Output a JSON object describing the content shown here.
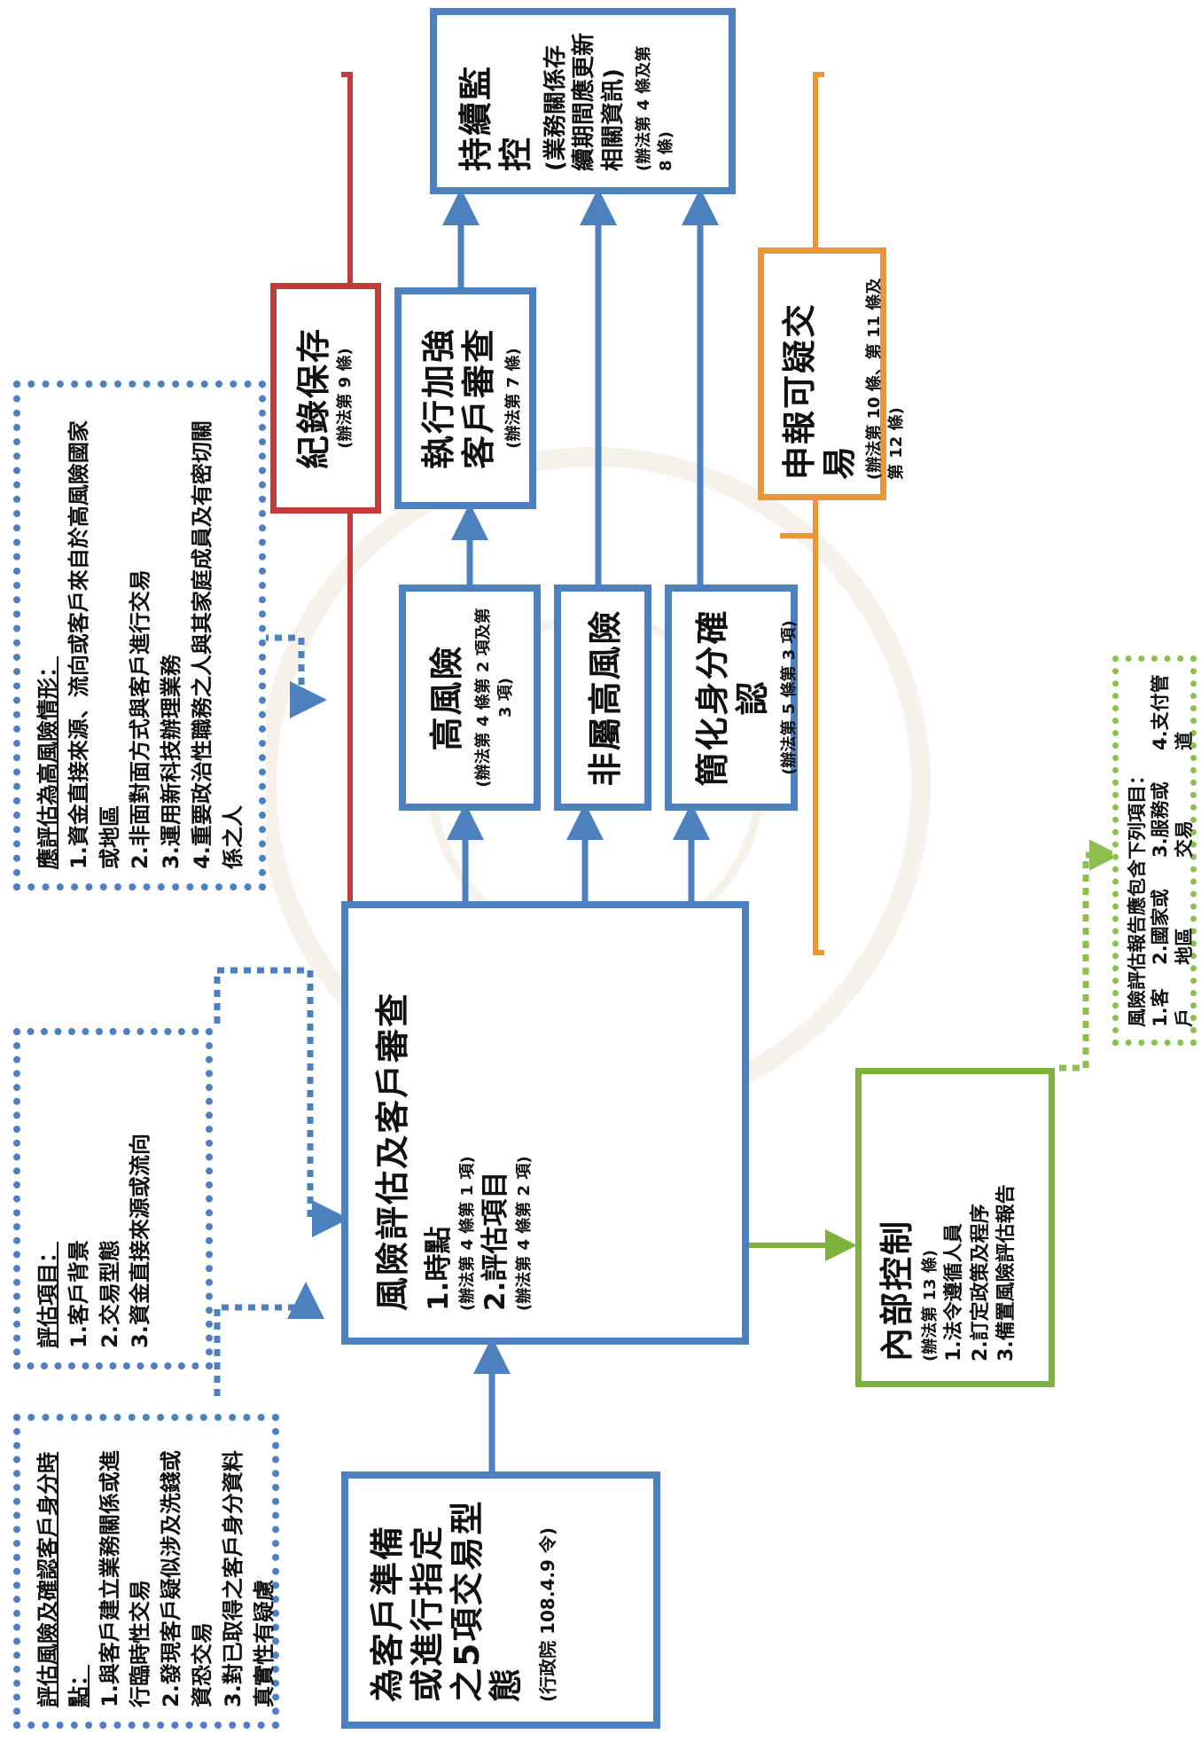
{
  "start_box": {
    "title": "為客戶準備或進行指定之5項交易型態",
    "ref": "(行政院 108.4.9 令)"
  },
  "assess_box": {
    "title": "風險評估及客戶審查",
    "item1": "1.時點",
    "ref1": "(辦法第 4 條第 1 項)",
    "item2": "2.評估項目",
    "ref2": "(辦法第 4 條第 2 項)"
  },
  "timing_note": {
    "heading": "評估風險及確認客戶身分時點：",
    "items": [
      "1.與客戶建立業務關係或進行臨時性交易",
      "2.發現客戶疑似涉及洗錢或資恐交易",
      "3.對已取得之客戶身分資料真實性有疑慮"
    ]
  },
  "items_note": {
    "heading": "評估項目：",
    "items": [
      "1.客戶背景",
      "2.交易型態",
      "3.資金直接來源或流向"
    ]
  },
  "high_risk_note": {
    "heading": "應評估為高風險情形：",
    "items": [
      "1.資金直接來源、流向或客戶來自於高風險國家或地區",
      "2.非面對面方式與客戶進行交易",
      "3.運用新科技辦理業務",
      "4.重要政治性職務之人與其家庭成員及有密切關係之人"
    ]
  },
  "high_risk": {
    "title": "高風險",
    "ref": "(辦法第 4 條第 2 項及第 3 項)"
  },
  "not_high_risk": {
    "title": "非屬高風險"
  },
  "simplified": {
    "title": "簡化身分確認",
    "ref": "(辦法第 5 條第 3 項)"
  },
  "enhanced": {
    "title": "執行加強客戶審查",
    "ref": "(辦法第 7 條)"
  },
  "record": {
    "title": "紀錄保存",
    "ref": "(辦法第 9 條)"
  },
  "monitor": {
    "title": "持續監控",
    "sub": "(業務關係存續期間應更新相關資訊)",
    "ref": "(辦法第 4 條及第 8 條)"
  },
  "report": {
    "title": "申報可疑交易",
    "ref": "(辦法第 10 條、第 11 條及第 12 條)"
  },
  "internal": {
    "title": "內部控制",
    "ref": "(辦法第 13 條)",
    "items": [
      "1.法令遵循人員",
      "2.訂定政策及程序",
      "3.備置風險評估報告"
    ]
  },
  "report_note": {
    "heading": "風險評估報告應包含下列項目：",
    "items": [
      "1.客戶",
      "2.國家或地區",
      "3.服務或交易",
      "4.支付管道"
    ]
  },
  "colors": {
    "blue": "#4d80bf",
    "red": "#c23b3b",
    "orange": "#ef9434",
    "green": "#7fb23a",
    "dotted_green": "#8cbf4c"
  }
}
